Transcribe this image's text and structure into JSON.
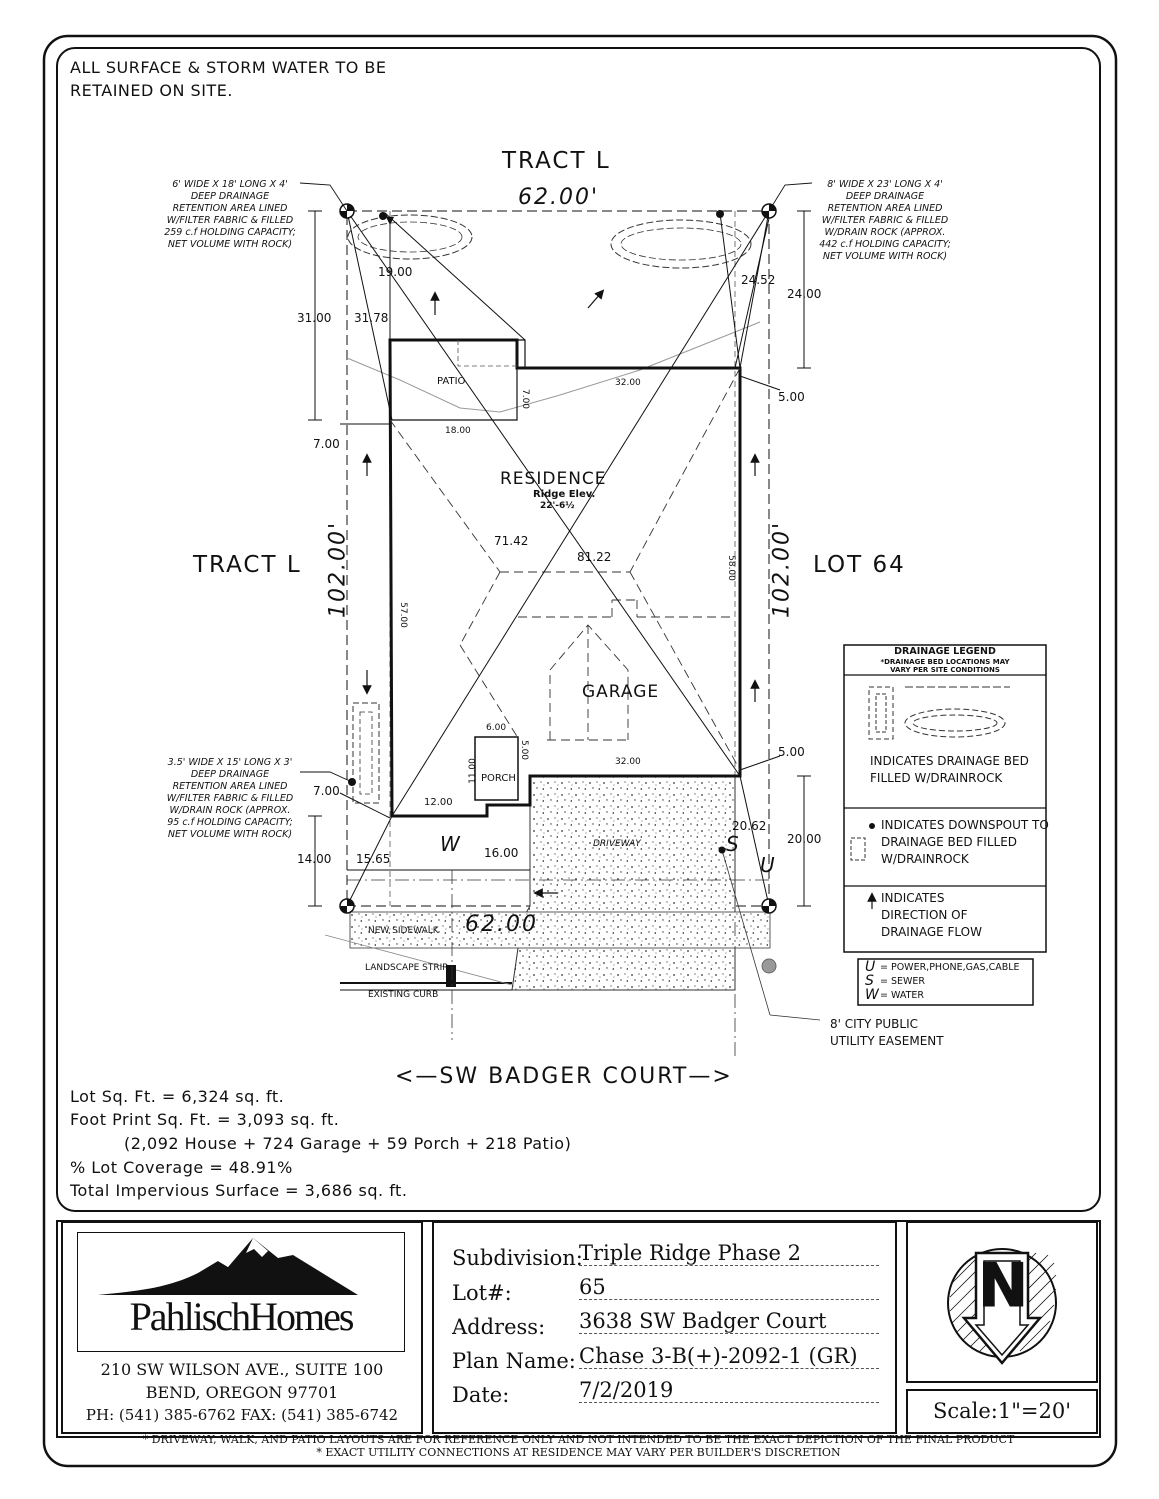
{
  "notes": {
    "surface_water": "ALL SURFACE & STORM WATER TO BE\nRETAINED ON SITE."
  },
  "labels": {
    "tract_top": "TRACT L",
    "tract_left": "TRACT L",
    "lot_right": "LOT 64",
    "street": "<—SW BADGER COURT—>",
    "residence": "RESIDENCE",
    "ridge_elev": "Ridge Elev.",
    "ridge_value": "22'-6½",
    "garage": "GARAGE",
    "patio": "PATIO",
    "porch": "PORCH",
    "driveway": "DRIVEWAY",
    "new_sidewalk": "NEW SIDEWALK",
    "landscape_strip": "LANDSCAPE STRIP",
    "existing_curb": "EXISTING CURB",
    "easement": "8' CITY PUBLIC\nUTILITY EASEMENT",
    "util_w": "W",
    "util_s": "S",
    "util_u": "U"
  },
  "dimensions": {
    "top_width": "62.00'",
    "bottom_width": "62.00",
    "left_depth": "102.00'",
    "right_depth": "102.00'",
    "d_19": "19.00",
    "d_31": "31.00",
    "d_3178": "31.78",
    "d_2452": "24.52",
    "d_24": "24.00",
    "d_5a": "5.00",
    "d_32a": "32.00",
    "d_7a": "7.00",
    "d_18": "18.00",
    "d_7b": "7.00",
    "d_7142": "71.42",
    "d_8122": "81.22",
    "d_58": "58.00",
    "d_57": "57.00",
    "d_6": "6.00",
    "d_5b": "5.00",
    "d_11": "11.00",
    "d_32b": "32.00",
    "d_5c": "5.00",
    "d_7c": "7.00",
    "d_12": "12.00",
    "d_2062": "20.62",
    "d_20": "20.00",
    "d_14": "14.00",
    "d_1565": "15.65",
    "d_16": "16.00"
  },
  "callouts": {
    "top_left": "6' WIDE X 18' LONG X 4'\nDEEP DRAINAGE\nRETENTION AREA LINED\nW/FILTER FABRIC & FILLED\n259 c.f HOLDING CAPACITY;\nNET VOLUME WITH ROCK)",
    "top_right": "8' WIDE X 23' LONG X 4'\nDEEP DRAINAGE\nRETENTION AREA LINED\nW/FILTER FABRIC & FILLED\nW/DRAIN ROCK (APPROX.\n442 c.f HOLDING CAPACITY;\nNET VOLUME WITH ROCK)",
    "bottom_left": "3.5' WIDE X 15' LONG X 3'\nDEEP DRAINAGE\nRETENTION AREA LINED\nW/FILTER FABRIC & FILLED\nW/DRAIN ROCK (APPROX.\n95 c.f HOLDING CAPACITY;\nNET VOLUME WITH ROCK)"
  },
  "legend": {
    "title": "DRAINAGE LEGEND",
    "subtitle": "*DRAINAGE BED LOCATIONS MAY\nVARY PER SITE CONDITIONS",
    "bed": "INDICATES DRAINAGE BED\nFILLED W/DRAINROCK",
    "downspout": "INDICATES DOWNSPOUT TO\nDRAINAGE BED FILLED\nW/DRAINROCK",
    "flow": "INDICATES\nDIRECTION OF\nDRAINAGE FLOW"
  },
  "utilities": {
    "u_letter": "U",
    "u_text": "= POWER,PHONE,GAS,CABLE",
    "s_letter": "S",
    "s_text": "= SEWER",
    "w_letter": "W",
    "w_text": "= WATER"
  },
  "stats": {
    "lot": "Lot Sq. Ft. = 6,324 sq. ft.",
    "footprint": "Foot Print Sq. Ft. = 3,093 sq. ft.",
    "breakdown": "(2,092 House + 724 Garage + 59 Porch + 218 Patio)",
    "coverage": "% Lot Coverage = 48.91%",
    "impervious": "Total Impervious Surface = 3,686 sq. ft."
  },
  "company": {
    "name": "PahlischHomes",
    "address1": "210 SW WILSON AVE., SUITE 100",
    "address2": "BEND, OREGON 97701",
    "phone": "PH: (541) 385-6762 FAX: (541) 385-6742"
  },
  "title_block": {
    "subdivision_label": "Subdivision:",
    "subdivision": "Triple Ridge Phase 2",
    "lot_label": "Lot#:",
    "lot": "65",
    "address_label": "Address:",
    "address": "3638 SW Badger Court",
    "plan_label": "Plan Name:",
    "plan": "Chase 3-B(+)-2092-1 (GR)",
    "date_label": "Date:",
    "date": "7/2/2019",
    "scale": "Scale:1\"=20'",
    "north": "N"
  },
  "disclaimer": {
    "line1": "* DRIVEWAY, WALK, AND PATIO LAYOUTS ARE FOR REFERENCE ONLY AND NOT INTENDED TO BE THE EXACT DEPICTION OF THE FINAL PRODUCT",
    "line2": "* EXACT UTILITY CONNECTIONS AT RESIDENCE MAY VARY PER BUILDER'S DISCRETION"
  }
}
